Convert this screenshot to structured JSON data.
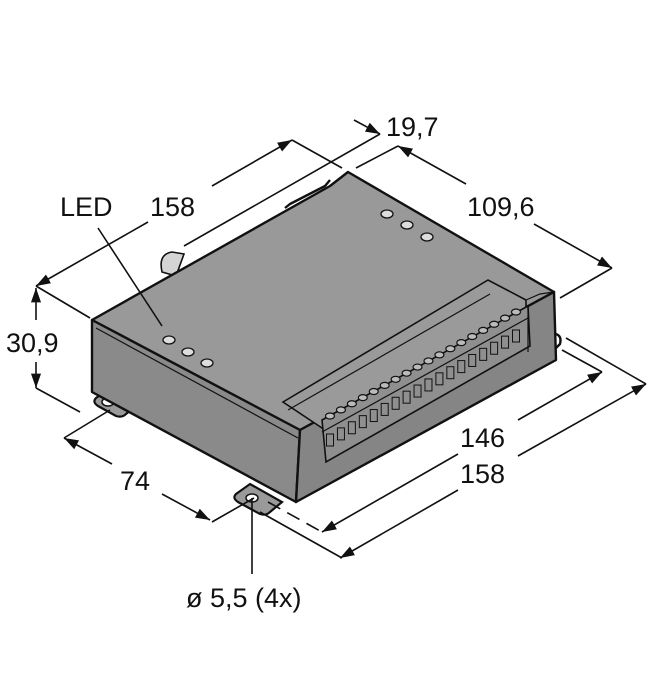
{
  "drawing": {
    "type": "dimension-drawing",
    "subject": "enclosure with terminal block",
    "units": "mm",
    "colors": {
      "housing_top": "#999999",
      "housing_side": "#8c8c8c",
      "housing_front": "#858585",
      "lines": "#111111",
      "led": "#dddddd",
      "background": "#ffffff"
    }
  },
  "labels": {
    "led": "LED",
    "length_top": "158",
    "offset_top": "19,7",
    "depth": "109,6",
    "height": "30,9",
    "mount_spacing_short": "74",
    "mount_spacing_long": "146",
    "length_bottom": "158",
    "hole_diameter": "ø 5,5 (4x)"
  },
  "features": {
    "led_count_front": 3,
    "led_count_rear": 3,
    "terminal_count": 18,
    "mounting_tabs": 4
  }
}
